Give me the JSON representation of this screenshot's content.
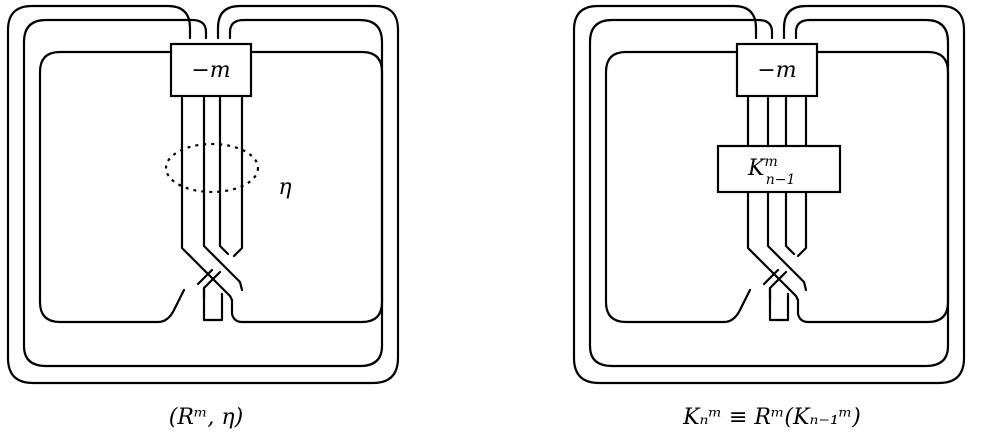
{
  "left_diagram": {
    "box_label": "−m",
    "eta_label": "η",
    "caption": "(Rᵐ, η)"
  },
  "right_diagram": {
    "top_box_label": "−m",
    "mid_box_label_main": "K",
    "mid_box_label_sup": "m",
    "mid_box_label_sub": "n−1",
    "caption": "Kₙᵐ ≡ Rᵐ(Kₙ₋₁ᵐ)"
  }
}
